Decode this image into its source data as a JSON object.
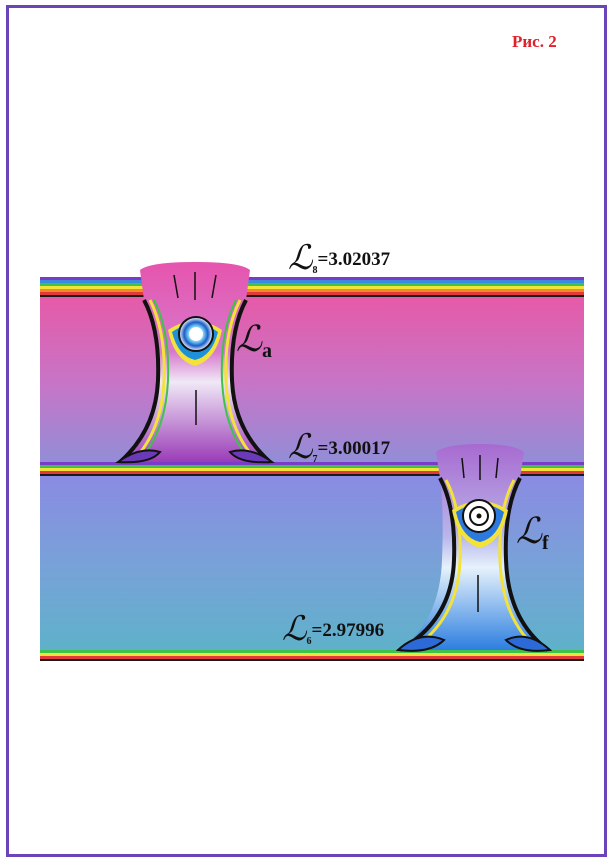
{
  "figure": {
    "label": "Рис. 2"
  },
  "levels": [
    {
      "symbol": "ℒ",
      "sub": "8",
      "value": "=3.02037"
    },
    {
      "symbol": "ℒ",
      "sub": "7",
      "value": "=3.00017"
    },
    {
      "symbol": "ℒ",
      "sub": "6",
      "value": "=2.97996"
    }
  ],
  "cells": [
    {
      "symbol": "ℒ",
      "sub": "a"
    },
    {
      "symbol": "ℒ",
      "sub": "f"
    }
  ],
  "colors": {
    "frame": "#6a44b8",
    "label": "#e0212a",
    "upper_band_top": "#e25aa6",
    "upper_band_bottom": "#8f8fd6",
    "lower_band_top": "#8b8be0",
    "lower_band_bottom": "#5fb0cc"
  }
}
